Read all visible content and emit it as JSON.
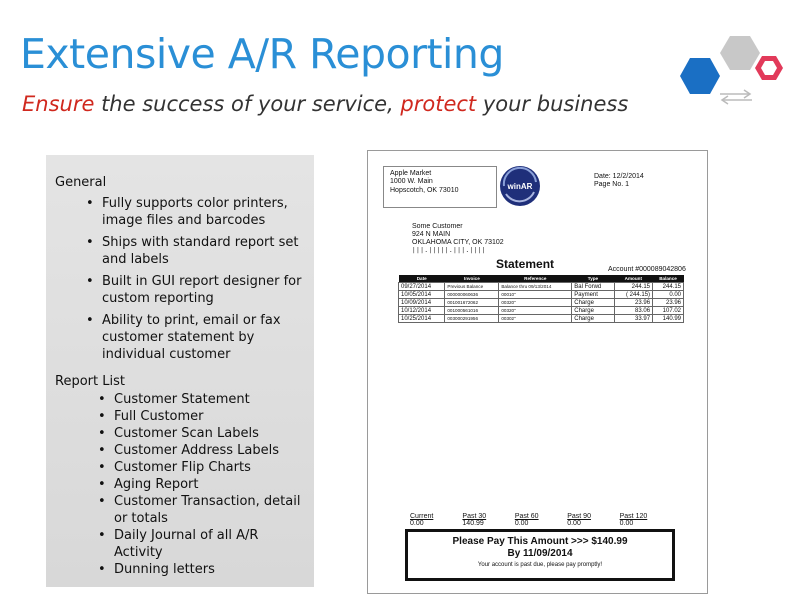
{
  "header": {
    "title": "Extensive A/R Reporting",
    "subtitle_parts": [
      "Ensure",
      " the success of your service, ",
      "protect",
      " your business"
    ]
  },
  "colors": {
    "title": "#2a8fd6",
    "accent_red": "#d0281e",
    "logo_blue": "#1a6fc4",
    "logo_gray": "#c8c8c8",
    "logo_pink": "#e23a5a"
  },
  "panel": {
    "general_header": "General",
    "general_items": [
      "Fully supports color printers, image files and barcodes",
      "Ships with standard report set and labels",
      "Built in GUI report designer for custom reporting",
      "Ability to print, email or fax customer statement by individual customer"
    ],
    "report_header": "Report List",
    "report_items": [
      "Customer  Statement",
      "Full Customer",
      "Customer Scan Labels",
      "Customer Address Labels",
      "Customer Flip Charts",
      "Aging Report",
      "Customer Transaction, detail or totals",
      "Daily Journal of all A/R Activity",
      "Dunning letters"
    ]
  },
  "statement": {
    "company": [
      "Apple Market",
      "1000 W. Main",
      "Hopscotch, OK 73010"
    ],
    "logo_text": "winAR",
    "date": "Date: 12/2/2014",
    "page": "Page No. 1",
    "customer": [
      "Some Customer",
      "924 N MAIN",
      "OKLAHOMA CITY, OK 73102"
    ],
    "barcode": "|||.|||||.|||.||||",
    "title": "Statement",
    "account": "Account #000089042806",
    "columns": [
      "Date",
      "Invoice",
      "Reference",
      "Type",
      "Amount",
      "Balance"
    ],
    "rows": [
      [
        "09/27/2014",
        "Previous Balance",
        "Balance thru 09/13/2014",
        "Bal Forwd",
        "244.15",
        "244.15"
      ],
      [
        "10/05/2014",
        "000000060636",
        "00010\"",
        "Payment",
        "( 244.15)",
        "0.00"
      ],
      [
        "10/09/2014",
        "001001672062",
        "00320\"",
        "Charge",
        "23.96",
        "23.96"
      ],
      [
        "10/12/2014",
        "001000561016",
        "00320\"",
        "Charge",
        "83.06",
        "107.02"
      ],
      [
        "10/25/2014",
        "003000291956",
        "00302\"",
        "Charge",
        "33.97",
        "140.99"
      ]
    ],
    "aging_labels": [
      "Current",
      "Past 30",
      "Past 60",
      "Past 90",
      "Past 120"
    ],
    "aging_values": [
      "0.00",
      "140.99",
      "0.00",
      "0.00",
      "0.00"
    ],
    "pay_line1": "Please Pay This Amount >>> $140.99",
    "pay_line2": "By 11/09/2014",
    "pay_line3": "Your account is past due, please pay promptly!"
  }
}
